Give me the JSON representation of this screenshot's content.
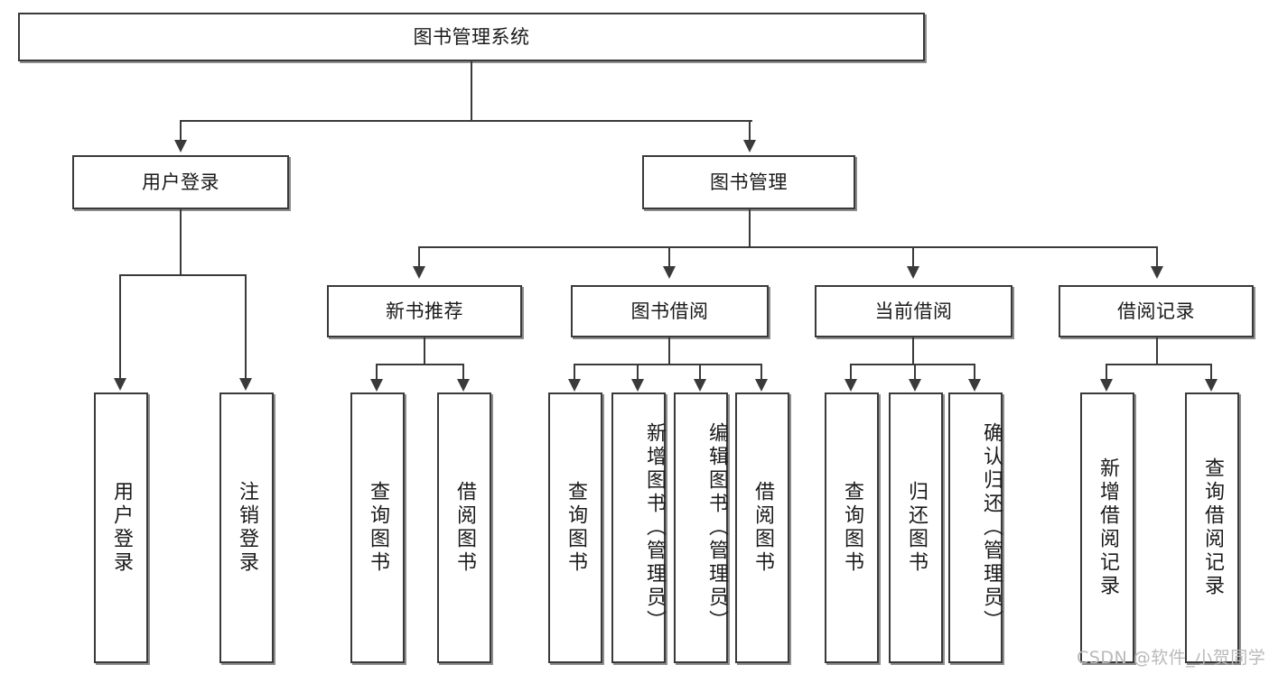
{
  "diagram": {
    "type": "tree-hierarchy",
    "title": "图书管理系统",
    "root": {
      "label": "图书管理系统"
    },
    "level2": [
      {
        "id": "user-login",
        "label": "用户登录"
      },
      {
        "id": "book-manage",
        "label": "图书管理"
      }
    ],
    "level3": [
      {
        "id": "new-book-recommend",
        "label": "新书推荐",
        "parent": "book-manage"
      },
      {
        "id": "book-borrow",
        "label": "图书借阅",
        "parent": "book-manage"
      },
      {
        "id": "current-borrow",
        "label": "当前借阅",
        "parent": "book-manage"
      },
      {
        "id": "borrow-record",
        "label": "借阅记录",
        "parent": "book-manage"
      }
    ],
    "leaves": [
      {
        "id": "leaf-user-login",
        "label": "用户登录",
        "parent": "user-login"
      },
      {
        "id": "leaf-user-logout",
        "label": "注销登录",
        "parent": "user-login"
      },
      {
        "id": "leaf-query-book-1",
        "label": "查询图书",
        "parent": "new-book-recommend"
      },
      {
        "id": "leaf-borrow-book-1",
        "label": "借阅图书",
        "parent": "new-book-recommend"
      },
      {
        "id": "leaf-query-book-2",
        "label": "查询图书",
        "parent": "book-borrow"
      },
      {
        "id": "leaf-add-book",
        "label": "新增图书（管理员）",
        "parent": "book-borrow"
      },
      {
        "id": "leaf-edit-book",
        "label": "编辑图书（管理员）",
        "parent": "book-borrow"
      },
      {
        "id": "leaf-borrow-book-2",
        "label": "借阅图书",
        "parent": "book-borrow"
      },
      {
        "id": "leaf-query-book-3",
        "label": "查询图书",
        "parent": "current-borrow"
      },
      {
        "id": "leaf-return-book",
        "label": "归还图书",
        "parent": "current-borrow"
      },
      {
        "id": "leaf-confirm-return",
        "label": "确认归还（管理员）",
        "parent": "current-borrow"
      },
      {
        "id": "leaf-add-record",
        "label": "新增借阅记录",
        "parent": "borrow-record"
      },
      {
        "id": "leaf-query-record",
        "label": "查询借阅记录",
        "parent": "borrow-record"
      }
    ],
    "watermark": "CSDN @软件_小贺同学",
    "colors": {
      "line": "#3a3a3a",
      "box_border": "#3a3a3a",
      "box_fill": "#ffffff",
      "text": "#1a1a1a",
      "watermark": "#b9b9b9"
    }
  }
}
